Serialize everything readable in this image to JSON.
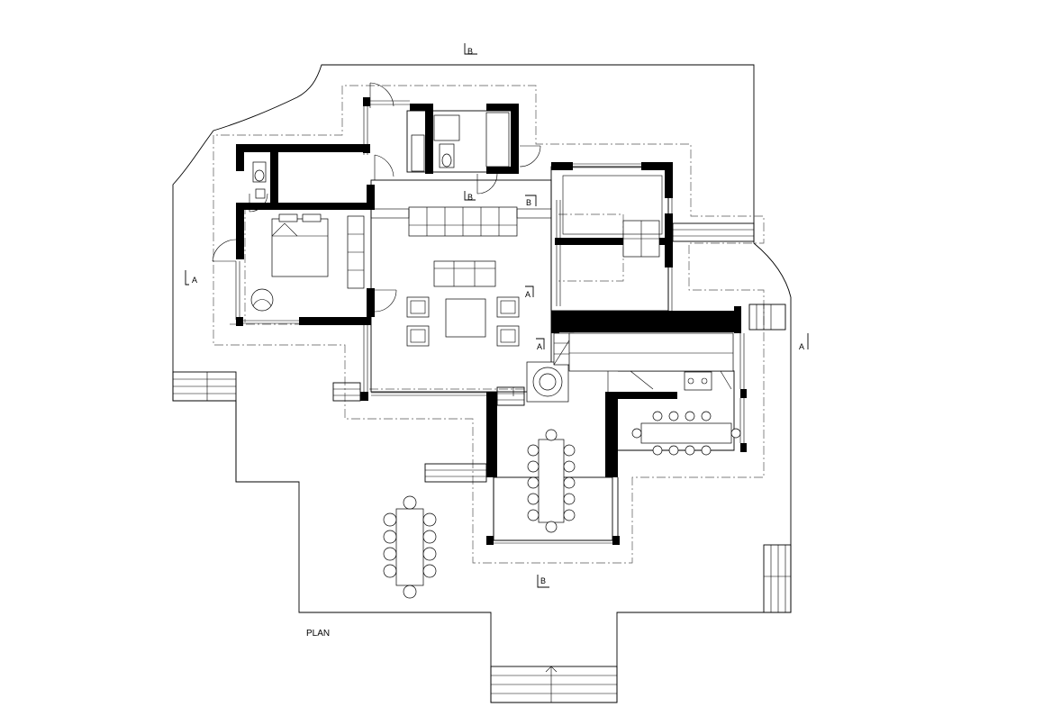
{
  "plan_label": "PLAN",
  "section_markers": {
    "a_west": "A",
    "a_living_upper": "A",
    "a_living_lower": "A",
    "a_east": "A",
    "b_north": "B",
    "b_hall": "B",
    "b_corridor": "B",
    "b_south": "B"
  }
}
